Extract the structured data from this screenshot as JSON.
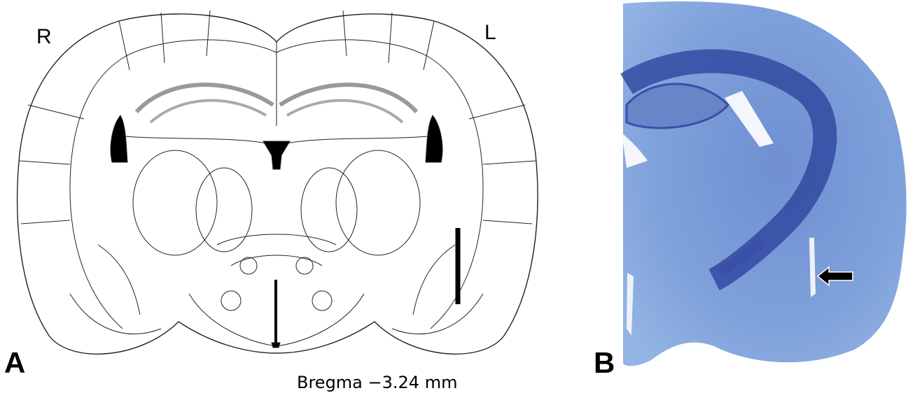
{
  "panels": {
    "a": {
      "letter": "A",
      "right_label": "R",
      "left_label": "L",
      "caption": "Bregma −3.24 mm"
    },
    "b": {
      "letter": "B"
    }
  },
  "colors": {
    "stain_dark": "#2a3f9a",
    "stain_mid": "#5a7ac8",
    "stain_light": "#8fb0e0",
    "background": "#ffffff"
  }
}
